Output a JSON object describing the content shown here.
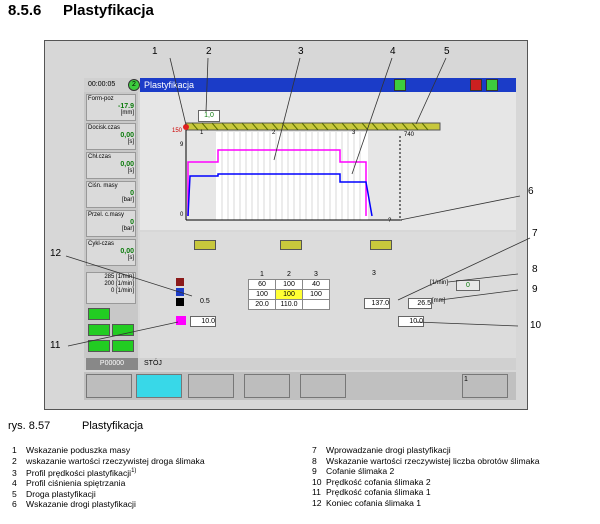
{
  "heading": {
    "number": "8.5.6",
    "title": "Plastyfikacja"
  },
  "screen": {
    "clock": "00:00:05",
    "mode_badge": "2",
    "window_title": "Plastyfikacja",
    "status_code": "P00000",
    "status_text": "STÓJ",
    "left_values": [
      {
        "label": "Form-poz",
        "value": "-17.9",
        "unit": "[mm]"
      },
      {
        "label": "Docisk.czas",
        "value": "0,00",
        "unit": "[s]"
      },
      {
        "label": "Chł.czas",
        "value": "0,00",
        "unit": "[s]"
      },
      {
        "label": "Ciśn. masy",
        "value": "0",
        "unit": "[bar]"
      },
      {
        "label": "Przel. c.masy",
        "value": "0",
        "unit": "[bar]"
      },
      {
        "label": "Cykl-czas",
        "value": "0,00",
        "unit": "[s]"
      }
    ],
    "speed_lines": [
      "285 [1/min]",
      "200 [1/min]",
      "0 [1/min]"
    ],
    "plot": {
      "actual_position": "1,0",
      "axis_start": "150",
      "axis_end": "740",
      "marker_1": "1",
      "marker_2": "2",
      "marker_3": "3",
      "profile_max": "9",
      "profile_min": "0",
      "end_label": "?"
    },
    "grid": {
      "headers": [
        "1",
        "2",
        "3",
        "3"
      ],
      "rows": [
        [
          "60",
          "100",
          "40"
        ],
        [
          "100",
          "100",
          "100"
        ],
        [
          "20.0",
          "110.0",
          ""
        ]
      ]
    },
    "pressure_value": "0.5",
    "stroke_input": "137.0",
    "rpm_unit": "[1/min]",
    "rpm_value": "0",
    "retract2_value": "26.5",
    "retract2_unit": "[mm]",
    "retract1_value": "10.0",
    "retract_end_value": "10.0",
    "softkey_last_label": "1"
  },
  "callouts": [
    "1",
    "2",
    "3",
    "4",
    "5",
    "6",
    "7",
    "8",
    "9",
    "10",
    "11",
    "12"
  ],
  "caption": {
    "number": "rys. 8.57",
    "title": "Plastyfikacja"
  },
  "legend_left": [
    {
      "n": "1",
      "text": "Wskazanie poduszka masy"
    },
    {
      "n": "2",
      "text": "wskazanie wartości rzeczywistej droga ślimaka"
    },
    {
      "n": "3",
      "text": "Profil prędkości plastyfikacji"
    },
    {
      "n": "4",
      "text": "Profil ciśnienia spiętrzania"
    },
    {
      "n": "5",
      "text": "Droga plastyfikacji"
    },
    {
      "n": "6",
      "text": "Wskazanie drogi plastyfikacji"
    }
  ],
  "legend_left_sup": "1)",
  "legend_right": [
    {
      "n": "7",
      "text": "Wprowadzanie drogi plastyfikacji"
    },
    {
      "n": "8",
      "text": "Wskazanie wartości rzeczywistej liczba obrotów ślimaka"
    },
    {
      "n": "9",
      "text": "Cofanie ślimaka 2"
    },
    {
      "n": "10",
      "text": "Prędkość cofania ślimaka 2"
    },
    {
      "n": "11",
      "text": "Prędkość cofania ślimaka 1"
    },
    {
      "n": "12",
      "text": "Koniec cofania ślimaka 1"
    }
  ],
  "colors": {
    "titlebar": "#1b3cc8",
    "speed_profile": "#ff00ff",
    "pressure_profile": "#0000ff",
    "screw": "#c8c83c",
    "value_green": "#0a7a0a",
    "button_green": "#22cc22"
  }
}
